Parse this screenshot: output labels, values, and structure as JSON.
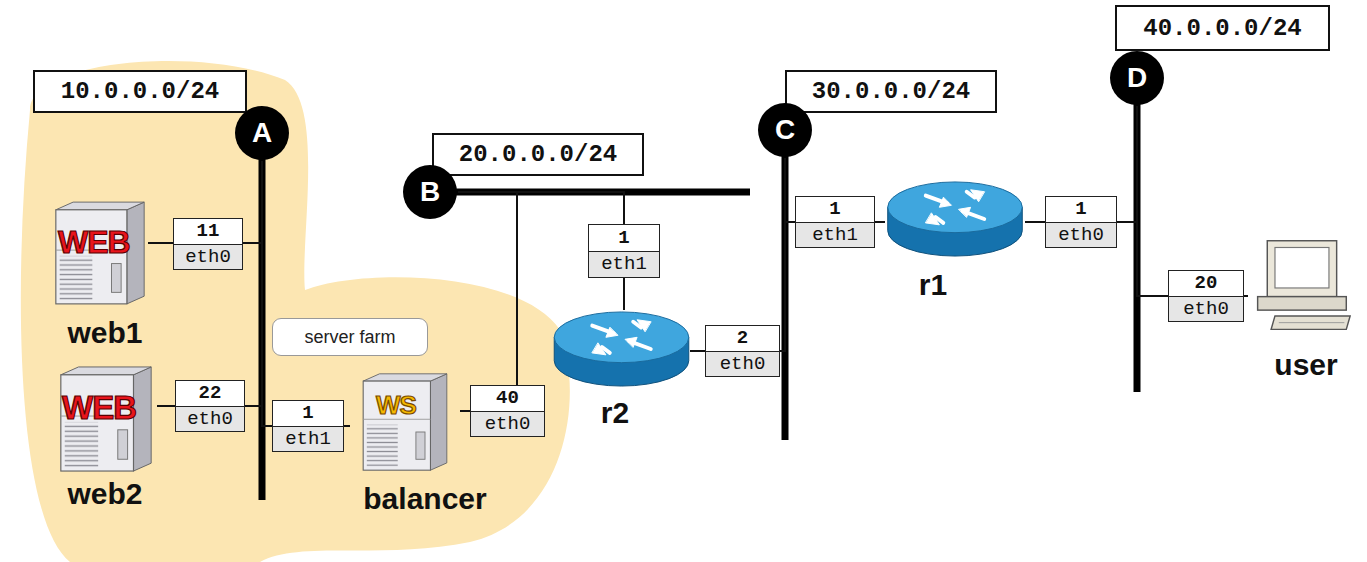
{
  "diagram": {
    "nodes": [
      {
        "text": [
          "10.0.0.0/24"
        ]
      },
      {
        "text": [
          "A"
        ]
      },
      {
        "text": [
          "WEB",
          "web1"
        ]
      },
      {
        "text": [
          "11",
          "eth0"
        ]
      },
      {
        "text": [
          "WEB",
          "web2"
        ]
      },
      {
        "text": [
          "22",
          "eth0"
        ]
      },
      {
        "text": [
          "server farm"
        ]
      },
      {
        "text": [
          "1",
          "eth1"
        ]
      },
      {
        "text": [
          "WS",
          "balancer"
        ]
      },
      {
        "text": [
          "40",
          "eth0"
        ]
      },
      {
        "text": [
          "20.0.0.0/24"
        ]
      },
      {
        "text": [
          "B"
        ]
      },
      {
        "text": [
          "1",
          "eth1"
        ]
      },
      {
        "text": [
          "r2"
        ]
      },
      {
        "text": [
          "2",
          "eth0"
        ]
      },
      {
        "text": [
          "30.0.0.0/24"
        ]
      },
      {
        "text": [
          "C"
        ]
      },
      {
        "text": [
          "1",
          "eth1"
        ]
      },
      {
        "text": [
          "r1"
        ]
      },
      {
        "text": [
          "1",
          "eth0"
        ]
      },
      {
        "text": [
          "40.0.0.0/24"
        ]
      },
      {
        "text": [
          "D"
        ]
      },
      {
        "text": [
          "20",
          "eth0"
        ]
      },
      {
        "text": [
          "user"
        ]
      }
    ],
    "edges": [
      {
        "from": 2,
        "to": 3,
        "arrow": "none"
      },
      {
        "from": 3,
        "to": 1,
        "arrow": "none"
      },
      {
        "from": 4,
        "to": 5,
        "arrow": "none"
      },
      {
        "from": 5,
        "to": 1,
        "arrow": "none"
      },
      {
        "from": 8,
        "to": 7,
        "arrow": "none"
      },
      {
        "from": 7,
        "to": 1,
        "arrow": "none"
      },
      {
        "from": 8,
        "to": 9,
        "arrow": "none"
      },
      {
        "from": 9,
        "to": 11,
        "arrow": "none"
      },
      {
        "from": 13,
        "to": 12,
        "arrow": "none"
      },
      {
        "from": 12,
        "to": 11,
        "arrow": "none"
      },
      {
        "from": 13,
        "to": 14,
        "arrow": "none"
      },
      {
        "from": 14,
        "to": 16,
        "arrow": "none"
      },
      {
        "from": 18,
        "to": 17,
        "arrow": "none"
      },
      {
        "from": 17,
        "to": 16,
        "arrow": "none"
      },
      {
        "from": 18,
        "to": 19,
        "arrow": "none"
      },
      {
        "from": 19,
        "to": 21,
        "arrow": "none"
      },
      {
        "from": 23,
        "to": 22,
        "arrow": "none"
      },
      {
        "from": 22,
        "to": 21,
        "arrow": "none"
      }
    ]
  }
}
